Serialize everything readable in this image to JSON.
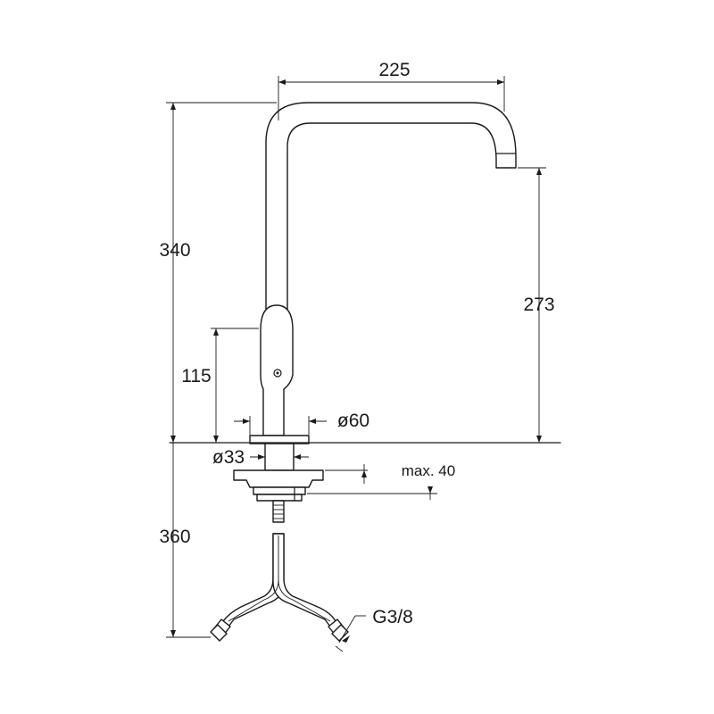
{
  "dimensions": {
    "spout_reach": "225",
    "total_height": "340",
    "spout_height": "273",
    "lever_height": "115",
    "base_diameter": "ø60",
    "shank_diameter": "ø33",
    "max_countertop": "max. 40",
    "hose_length": "360",
    "thread": "G3/8"
  },
  "colors": {
    "line": "#1a1a1a",
    "background": "#ffffff"
  }
}
